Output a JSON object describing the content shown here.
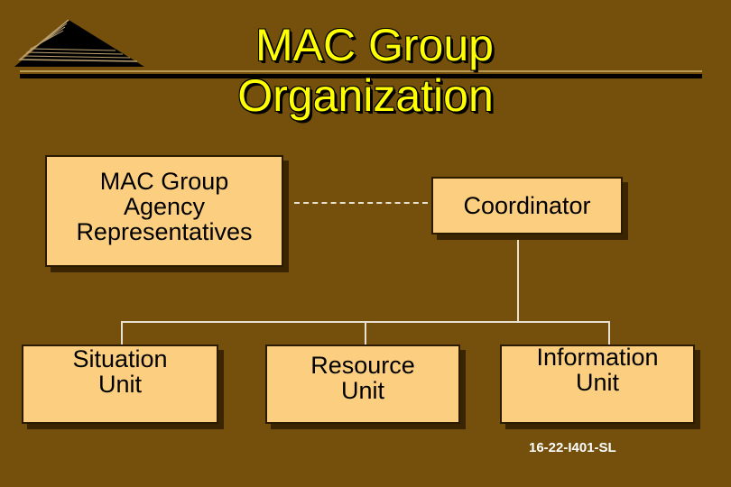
{
  "title": {
    "line1": "MAC Group",
    "line2": "Organization"
  },
  "boxes": {
    "mac_group": "MAC Group\nAgency\nRepresentatives",
    "coordinator": "Coordinator",
    "situation": "Situation\nUnit",
    "resource": "Resource\nUnit",
    "information": "Information\nUnit"
  },
  "footer": "16-22-I401-SL",
  "colors": {
    "background": "#74500c",
    "title": "#ffff00",
    "box_fill": "#fccf80",
    "connector": "#e8e0d0"
  },
  "icons": [
    "pyramid-logo-icon"
  ]
}
